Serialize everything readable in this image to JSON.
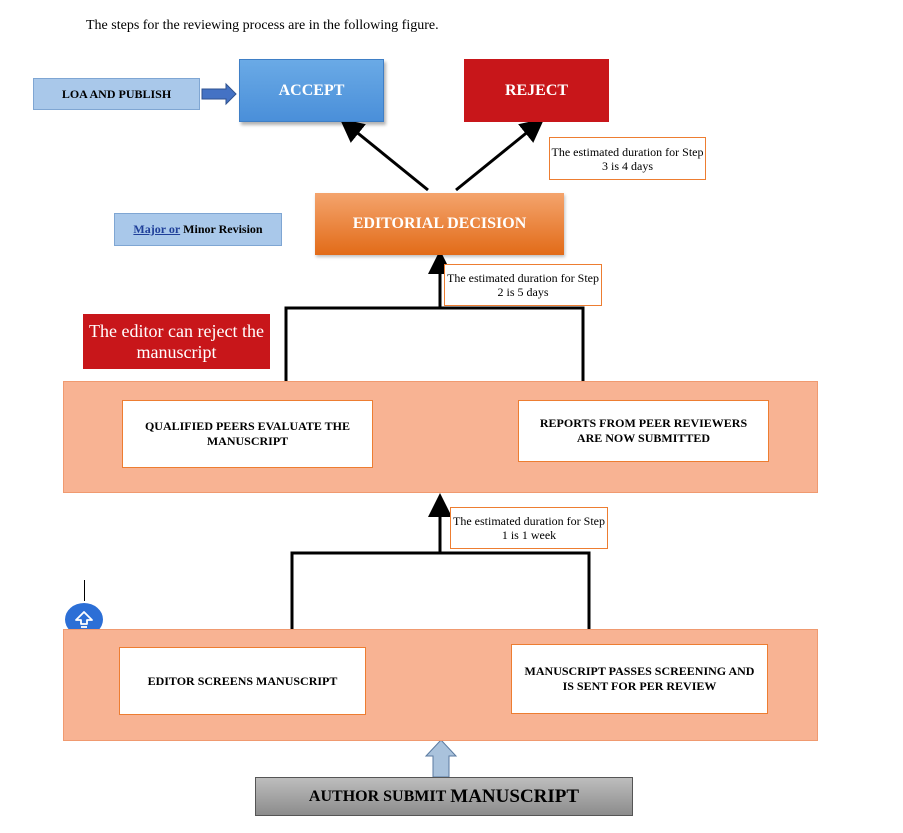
{
  "intro_text": "The steps for the reviewing process are in the following figure.",
  "loa_label": "LOA AND PUBLISH",
  "accept_label": "ACCEPT",
  "reject_label": "REJECT",
  "duration_step3": "The estimated duration for Step 3 is 4 days",
  "duration_step2": "The estimated duration for Step 2 is 5 days",
  "duration_step1": "The estimated duration for Step 1 is 1 week",
  "revision": {
    "underlined": "Major or",
    "rest": "Minor Revision"
  },
  "editorial_decision": "EDITORIAL DECISION",
  "editor_can_reject": "The editor can reject the manuscript",
  "qualified_peers": "QUALIFIED PEERS EVALUATE THE MANUSCRIPT",
  "reports_submitted": "REPORTS FROM PEER REVIEWERS ARE NOW SUBMITTED",
  "editor_screens": "EDITOR SCREENS MANUSCRIPT",
  "passes_screening": "MANUSCRIPT PASSES SCREENING AND IS SENT FOR PER REVIEW",
  "author_submit": {
    "small": "AUTHOR SUBMIT",
    "large": "MANUSCRIPT"
  },
  "colors": {
    "accept": "#4a8fd9",
    "reject": "#c8161a",
    "editorial": "#e26b18",
    "band": "#f8b393",
    "blue_arrow": "#4472c4",
    "duration_border": "#ed7d31",
    "scroll_button": "#2c6fd6"
  }
}
